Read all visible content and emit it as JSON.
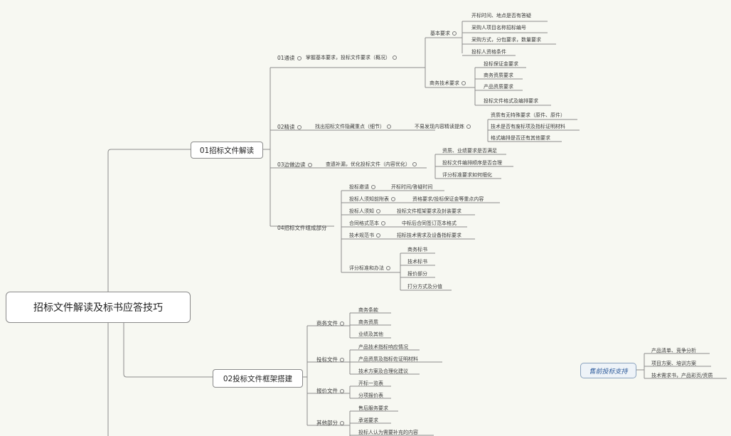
{
  "root": "招标文件解读及标书应答技巧",
  "n01": {
    "label": "01招标文件解读",
    "s1": {
      "label": "01通读",
      "desc": "掌握基本要求，投标文件要求（概况）",
      "g1": {
        "label": "基本要求",
        "items": [
          "开标时间、地点是否有答疑",
          "采购人项目名称招标编号",
          "采购方式，分包要求，数量要求",
          "投标人资格条件"
        ]
      },
      "g2": {
        "label": "商务技术要求",
        "items": [
          "投标保证金要求",
          "商务资质要求",
          "产品资质要求",
          "投标文件格式及编排要求"
        ]
      }
    },
    "s2": {
      "label": "02精读",
      "desc": "找出招标文件隐藏重点（细节）",
      "desc2": "不易发现内容精读提炼",
      "items": [
        "资质有无特殊要求（原件、原件）",
        "技术是否有废标项及指标证明材料",
        "格式编排是否还有其他要求"
      ]
    },
    "s3": {
      "label": "03边做边读",
      "desc": "查遗补漏，优化投标文件（内容优化）",
      "items": [
        "资质、业绩要求是否满足",
        "投标文件编排顺序是否合理",
        "评分标准要求如何细化"
      ]
    },
    "s4": {
      "label": "04招标文件组成部分",
      "rows": [
        {
          "a": "投标邀请",
          "b": "开标时间/答疑时间"
        },
        {
          "a": "投标人须知前附表",
          "b": "资格要求/投标保证金等重点内容"
        },
        {
          "a": "投标人须知",
          "b": "投标文件框架要求及封装要求"
        },
        {
          "a": "合同格式范本",
          "b": "中标后合同签订范本格式"
        },
        {
          "a": "技术规范书",
          "b": "招标技术需求及设备指标要求"
        }
      ],
      "eval": {
        "label": "评分标准和办法",
        "items": [
          "商务标书",
          "技术标书",
          "报价部分",
          "打分方式及分值"
        ]
      }
    }
  },
  "n02": {
    "label": "02投标文件框架搭建",
    "groups": [
      {
        "label": "商务文件",
        "items": [
          "商务条款",
          "商务资质",
          "业绩及其他"
        ]
      },
      {
        "label": "投标文件",
        "items": [
          "产品技术指标响应情况",
          "产品资质及指标佐证明材料",
          "技术方案及合理化建议"
        ]
      },
      {
        "label": "报价文件",
        "items": [
          "开标一览表",
          "分项报价表"
        ]
      },
      {
        "label": "其他部分",
        "items": [
          "售后服务要求",
          "承诺要求",
          "投标人认为需要补充的内容"
        ]
      }
    ]
  },
  "side": {
    "label": "售前投标支持",
    "items": [
      "产品清单、竞争分析",
      "项目方案、培训方案",
      "技术需求书，产品彩页/资质"
    ]
  }
}
